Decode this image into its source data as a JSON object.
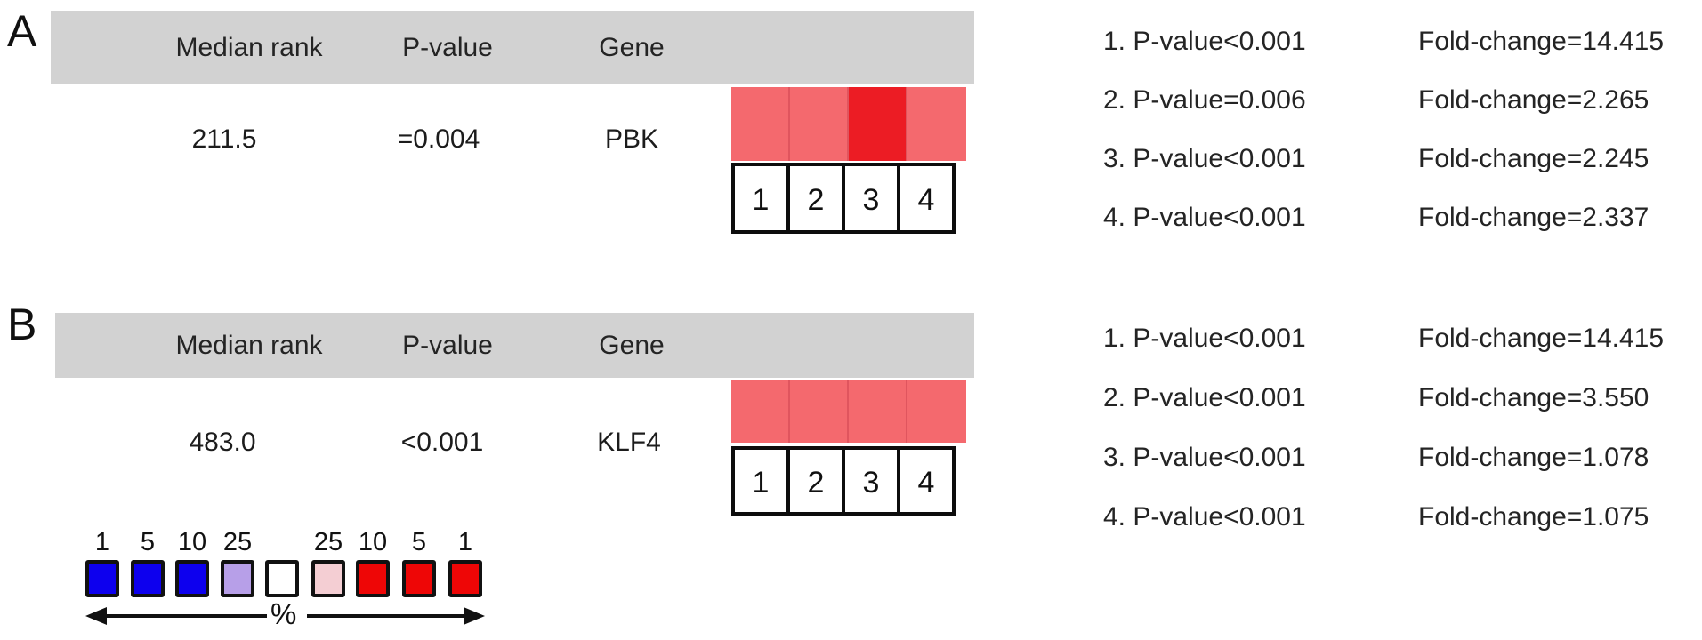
{
  "colors": {
    "header_bg": "#d2d2d2",
    "cell_light_red": "#f4696e",
    "cell_bright_red": "#ec1c24",
    "legend_blue": "#0d00ee",
    "legend_lavender": "#b79fe8",
    "legend_white": "#ffffff",
    "legend_pink": "#f4ced3",
    "legend_red": "#ee0606"
  },
  "panel_a": {
    "label": "A",
    "headers": {
      "median_rank": "Median rank",
      "p_value": "P-value",
      "gene": "Gene"
    },
    "row": {
      "median_rank": "211.5",
      "p_value": "=0.004",
      "gene": "PBK"
    },
    "heatmap_numbers": [
      "1",
      "2",
      "3",
      "4"
    ],
    "heatmap_colors": [
      "#f4696e",
      "#f4696e",
      "#ec1c24",
      "#f4696e"
    ],
    "stats": [
      {
        "p": "1. P-value<0.001",
        "fold": "Fold-change=14.415"
      },
      {
        "p": "2. P-value=0.006",
        "fold": "Fold-change=2.265"
      },
      {
        "p": "3. P-value<0.001",
        "fold": "Fold-change=2.245"
      },
      {
        "p": "4. P-value<0.001",
        "fold": "Fold-change=2.337"
      }
    ]
  },
  "panel_b": {
    "label": "B",
    "headers": {
      "median_rank": "Median rank",
      "p_value": "P-value",
      "gene": "Gene"
    },
    "row": {
      "median_rank": "483.0",
      "p_value": "<0.001",
      "gene": "KLF4"
    },
    "heatmap_numbers": [
      "1",
      "2",
      "3",
      "4"
    ],
    "heatmap_colors": [
      "#f4696e",
      "#f4696e",
      "#f4696e",
      "#f4696e"
    ],
    "stats": [
      {
        "p": "1. P-value<0.001",
        "fold": "Fold-change=14.415"
      },
      {
        "p": "2. P-value<0.001",
        "fold": "Fold-change=3.550"
      },
      {
        "p": "3. P-value<0.001",
        "fold": "Fold-change=1.078"
      },
      {
        "p": "4. P-value<0.001",
        "fold": "Fold-change=1.075"
      }
    ]
  },
  "legend": {
    "labels_left": [
      "1",
      "5",
      "10",
      "25"
    ],
    "labels_right": [
      "25",
      "10",
      "5",
      "1"
    ],
    "square_colors": [
      "#0d00ee",
      "#0d00ee",
      "#0d00ee",
      "#b79fe8",
      "#ffffff",
      "#f4ced3",
      "#ee0606",
      "#ee0606",
      "#ee0606"
    ],
    "percent": "%"
  },
  "chart_data": [
    {
      "type": "heatmap",
      "panel": "A",
      "gene": "PBK",
      "median_rank": 211.5,
      "p_value": "=0.004",
      "columns": [
        "1",
        "2",
        "3",
        "4"
      ],
      "cell_colors": [
        "light-red",
        "light-red",
        "bright-red",
        "light-red"
      ],
      "datasets": [
        {
          "index": 1,
          "p_value": "<0.001",
          "fold_change": 14.415
        },
        {
          "index": 2,
          "p_value": "=0.006",
          "fold_change": 2.265
        },
        {
          "index": 3,
          "p_value": "<0.001",
          "fold_change": 2.245
        },
        {
          "index": 4,
          "p_value": "<0.001",
          "fold_change": 2.337
        }
      ]
    },
    {
      "type": "heatmap",
      "panel": "B",
      "gene": "KLF4",
      "median_rank": 483.0,
      "p_value": "<0.001",
      "columns": [
        "1",
        "2",
        "3",
        "4"
      ],
      "cell_colors": [
        "light-red",
        "light-red",
        "light-red",
        "light-red"
      ],
      "datasets": [
        {
          "index": 1,
          "p_value": "<0.001",
          "fold_change": 14.415
        },
        {
          "index": 2,
          "p_value": "<0.001",
          "fold_change": 3.55
        },
        {
          "index": 3,
          "p_value": "<0.001",
          "fold_change": 1.078
        },
        {
          "index": 4,
          "p_value": "<0.001",
          "fold_change": 1.075
        }
      ]
    },
    {
      "type": "legend",
      "percentile_scale_left_to_right": [
        1,
        5,
        10,
        25,
        null,
        25,
        10,
        5,
        1
      ],
      "unit": "%",
      "color_order": [
        "blue",
        "blue",
        "blue",
        "lavender",
        "white",
        "pink",
        "red",
        "red",
        "red"
      ]
    }
  ]
}
